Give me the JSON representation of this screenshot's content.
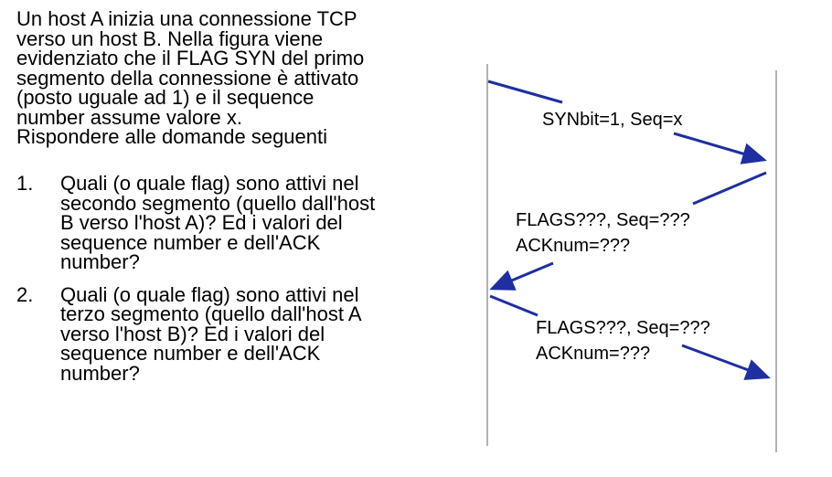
{
  "intro_lines": [
    "Un host A inizia una connessione TCP",
    "verso un host B. Nella figura viene",
    "evidenziato che il FLAG SYN del primo",
    "segmento della connessione è attivato",
    "(posto uguale ad 1) e il sequence",
    "number assume valore x.",
    "Rispondere alle domande seguenti"
  ],
  "questions": [
    {
      "number": "1.",
      "lines": [
        "Quali (o quale flag) sono attivi nel",
        "secondo segmento (quello dall'host",
        "B verso l'host A)? Ed i valori del",
        "sequence number e dell'ACK",
        "number?"
      ]
    },
    {
      "number": "2.",
      "lines": [
        "Quali (o quale flag) sono attivi nel",
        "terzo segmento (quello dall'host A",
        "verso l'host B)? Ed i valori del",
        "sequence number e dell'ACK",
        "number?"
      ]
    }
  ],
  "diagram": {
    "arrow_color": "#1f2ea0",
    "timeline_color": "#999999",
    "segments": [
      {
        "direction": "A-to-B",
        "label_lines": [
          "SYNbit=1, Seq=x"
        ]
      },
      {
        "direction": "B-to-A",
        "label_lines": [
          "FLAGS???, Seq=???",
          "ACKnum=???"
        ]
      },
      {
        "direction": "A-to-B",
        "label_lines": [
          "FLAGS???, Seq=???",
          "ACKnum=???"
        ]
      }
    ]
  }
}
